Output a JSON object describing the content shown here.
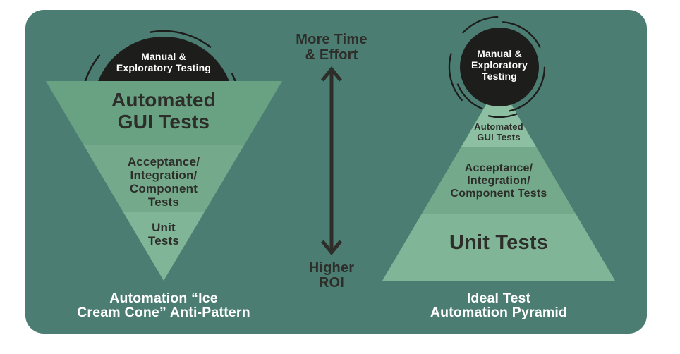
{
  "page": {
    "background": "#ffffff"
  },
  "canvas": {
    "background": "#4c7d72"
  },
  "colors": {
    "bubble": "#1d1d1b",
    "dark_text": "#2d2d29",
    "white_text": "#ffffff",
    "cone_top_band": "#69a283",
    "mid_band": "#74aa8b",
    "light_band": "#81b598",
    "pyramid_top_band": "#8dbfa2"
  },
  "axis": {
    "top_label": {
      "lines": [
        "More Time",
        "& Effort"
      ]
    },
    "bottom_label": {
      "lines": [
        "Higher",
        "ROI"
      ]
    }
  },
  "cone": {
    "bubble": {
      "lines": [
        "Manual &",
        "Exploratory Testing"
      ]
    },
    "layer_gui": {
      "lines": [
        "Automated",
        "GUI Tests"
      ]
    },
    "layer_acceptance": {
      "lines": [
        "Acceptance/",
        "Integration/",
        "Component",
        "Tests"
      ]
    },
    "layer_unit": {
      "lines": [
        "Unit",
        "Tests"
      ]
    },
    "caption": {
      "lines": [
        "Automation “Ice",
        "Cream Cone” Anti-Pattern"
      ]
    }
  },
  "pyramid": {
    "bubble": {
      "lines": [
        "Manual &",
        "Exploratory",
        "Testing"
      ]
    },
    "layer_gui": {
      "lines": [
        "Automated",
        "GUI Tests"
      ]
    },
    "layer_acceptance": {
      "lines": [
        "Acceptance/",
        "Integration/",
        "Component Tests"
      ]
    },
    "layer_unit": {
      "lines": [
        "Unit Tests"
      ]
    },
    "caption": {
      "lines": [
        "Ideal Test",
        "Automation Pyramid"
      ]
    }
  }
}
